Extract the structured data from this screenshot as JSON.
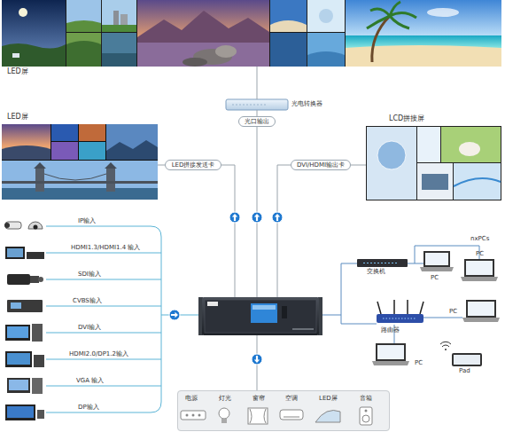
{
  "diagram": {
    "nodes": [
      {
        "text": [
          "LED屏"
        ]
      },
      {
        "text": [
          "光电转换器"
        ]
      },
      {
        "text": [
          "光口输出"
        ]
      },
      {
        "text": [
          "LED屏"
        ]
      },
      {
        "text": [
          "LED拼接发送卡"
        ]
      },
      {
        "text": [
          "DVI/HDMI输出卡"
        ]
      },
      {
        "text": [
          "LCD拼接屏"
        ]
      },
      {
        "text": [
          "电源",
          "灯光",
          "窗帘",
          "空调",
          "LED屏",
          "音箱"
        ]
      }
    ],
    "edges": [
      {
        "from": 1,
        "to": 0,
        "arrow": "none"
      },
      {
        "from": 2,
        "to": 1,
        "arrow": "none"
      },
      {
        "from": 4,
        "to": 3,
        "arrow": "none"
      },
      {
        "from": 5,
        "to": 6,
        "arrow": "none"
      }
    ],
    "labels": [
      "IP输入",
      "HDMI1.3/HDMI1.4 输入",
      "SDI输入",
      "CVBS输入",
      "DVI输入",
      "HDMI2.0/DP1.2输入",
      "VGA 输入",
      "DP输入",
      "交换机",
      "nxPCs",
      "PC",
      "PC",
      "路由器",
      "PC",
      "PC",
      "Pad"
    ]
  }
}
